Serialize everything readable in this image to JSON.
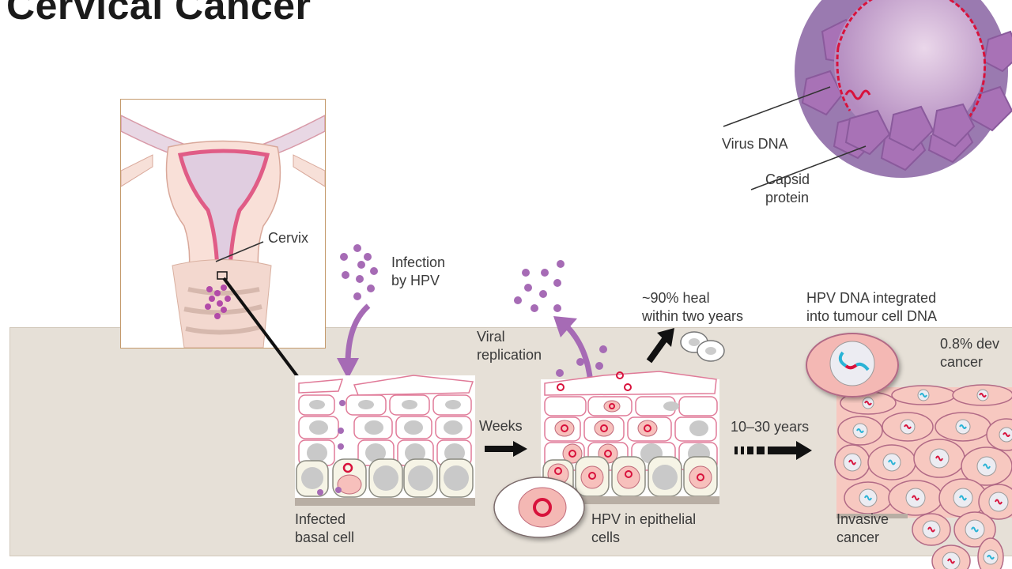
{
  "title": "Cervical Cancer",
  "labels": {
    "cervix": "Cervix",
    "infection": [
      "Infection",
      "by HPV"
    ],
    "infected_basal": [
      "Infected",
      "basal cell"
    ],
    "weeks": "Weeks",
    "viral_replication": [
      "Viral",
      "replication"
    ],
    "hpv_epithelial": [
      "HPV in epithelial",
      "cells"
    ],
    "heal": [
      "~90% heal",
      "within two years"
    ],
    "years": "10–30 years",
    "integrated": [
      "HPV DNA integrated",
      "into tumour cell DNA"
    ],
    "develop": [
      "0.8% dev",
      "cancer"
    ],
    "invasive": [
      "Invasive",
      "cancer"
    ],
    "virus_dna": "Virus DNA",
    "capsid": [
      "Capsid",
      "protein"
    ]
  },
  "colors": {
    "panel": "#e6e0d7",
    "virus": "#a66bb5",
    "tissue_pink": "#f7c8c0",
    "cell_outline": "#e07a98",
    "dna_red": "#d8123c",
    "dna_cyan": "#2ab3d6"
  }
}
